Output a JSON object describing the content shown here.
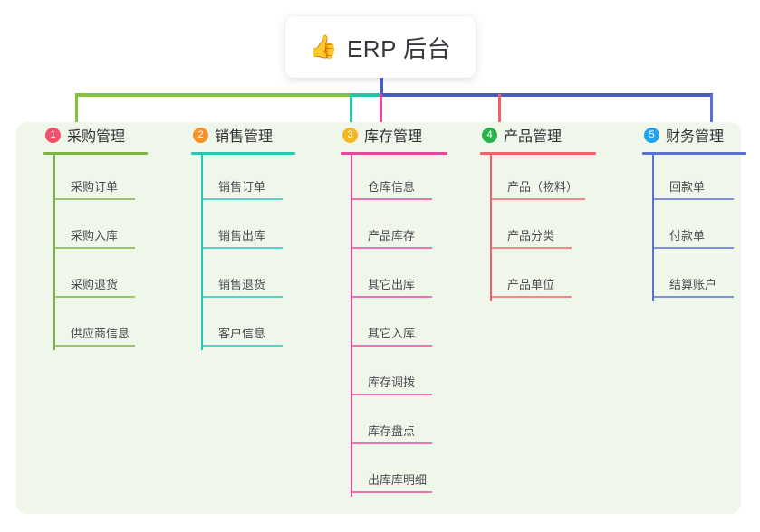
{
  "title": {
    "emoji": "👍",
    "emoji_name": "thumbs-up-icon",
    "text": "ERP 后台"
  },
  "colors": {
    "panel_bg": "#eef7e9",
    "page_bg": "#ffffff",
    "trunk": "#4a5bc4",
    "connector_green": "#85c141",
    "connector_teal": "#1ec6a6",
    "connector_blue": "#4a5bc4"
  },
  "columns": [
    {
      "number": "1",
      "title": "采购管理",
      "badge_color": "#f0526b",
      "line_color": "#7cb342",
      "rule_width": 115,
      "items": [
        {
          "label": "采购订单"
        },
        {
          "label": "采购入库"
        },
        {
          "label": "采购退货"
        },
        {
          "label": "供应商信息"
        }
      ]
    },
    {
      "number": "2",
      "title": "销售管理",
      "badge_color": "#f4922c",
      "line_color": "#26c6b0",
      "rule_width": 115,
      "items": [
        {
          "label": "销售订单"
        },
        {
          "label": "销售出库"
        },
        {
          "label": "销售退货"
        },
        {
          "label": "客户信息"
        }
      ]
    },
    {
      "number": "3",
      "title": "库存管理",
      "badge_color": "#f6b622",
      "line_color": "#ea479f",
      "rule_width": 118,
      "items": [
        {
          "label": "仓库信息"
        },
        {
          "label": "产品库存"
        },
        {
          "label": "其它出库"
        },
        {
          "label": "其它入库"
        },
        {
          "label": "库存调拨"
        },
        {
          "label": "库存盘点"
        },
        {
          "label": "出库库明细"
        }
      ]
    },
    {
      "number": "4",
      "title": "产品管理",
      "badge_color": "#2bb24c",
      "line_color": "#f2606b",
      "rule_width": 128,
      "items": [
        {
          "label": "产品（物料）"
        },
        {
          "label": "产品分类"
        },
        {
          "label": "产品单位"
        }
      ]
    },
    {
      "number": "5",
      "title": "财务管理",
      "badge_color": "#23a3e8",
      "line_color": "#5b6fd4",
      "rule_width": 115,
      "items": [
        {
          "label": "回款单"
        },
        {
          "label": "付款单"
        },
        {
          "label": "结算账户"
        }
      ]
    }
  ]
}
